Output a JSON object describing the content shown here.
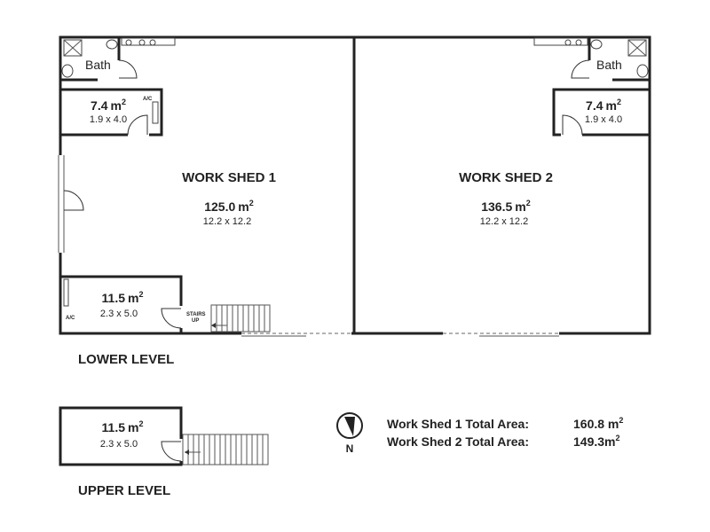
{
  "lower_level": {
    "label": "LOWER LEVEL",
    "shed1": {
      "title": "WORK SHED 1",
      "area": "125.0",
      "dims": "12.2 x 12.2",
      "bath_label": "Bath",
      "office_top": {
        "area": "7.4",
        "dims": "1.9 x 4.0",
        "ac": "A/C"
      },
      "office_bottom": {
        "area": "11.5",
        "dims": "2.3 x 5.0",
        "ac": "A/C"
      },
      "stairs_line1": "STAIRS",
      "stairs_line2": "UP"
    },
    "shed2": {
      "title": "WORK SHED 2",
      "area": "136.5",
      "dims": "12.2 x 12.2",
      "bath_label": "Bath",
      "office_top": {
        "area": "7.4",
        "dims": "1.9 x 4.0"
      }
    }
  },
  "upper_level": {
    "label": "UPPER LEVEL",
    "room": {
      "area": "11.5",
      "dims": "2.3 x 5.0"
    }
  },
  "unit_suffix": "m",
  "unit_sup": "2",
  "compass": {
    "label": "N"
  },
  "totals": [
    {
      "label": "Work Shed 1 Total Area:",
      "value": "160.8 m"
    },
    {
      "label": "Work Shed 2 Total Area:",
      "value": "149.3m"
    }
  ]
}
